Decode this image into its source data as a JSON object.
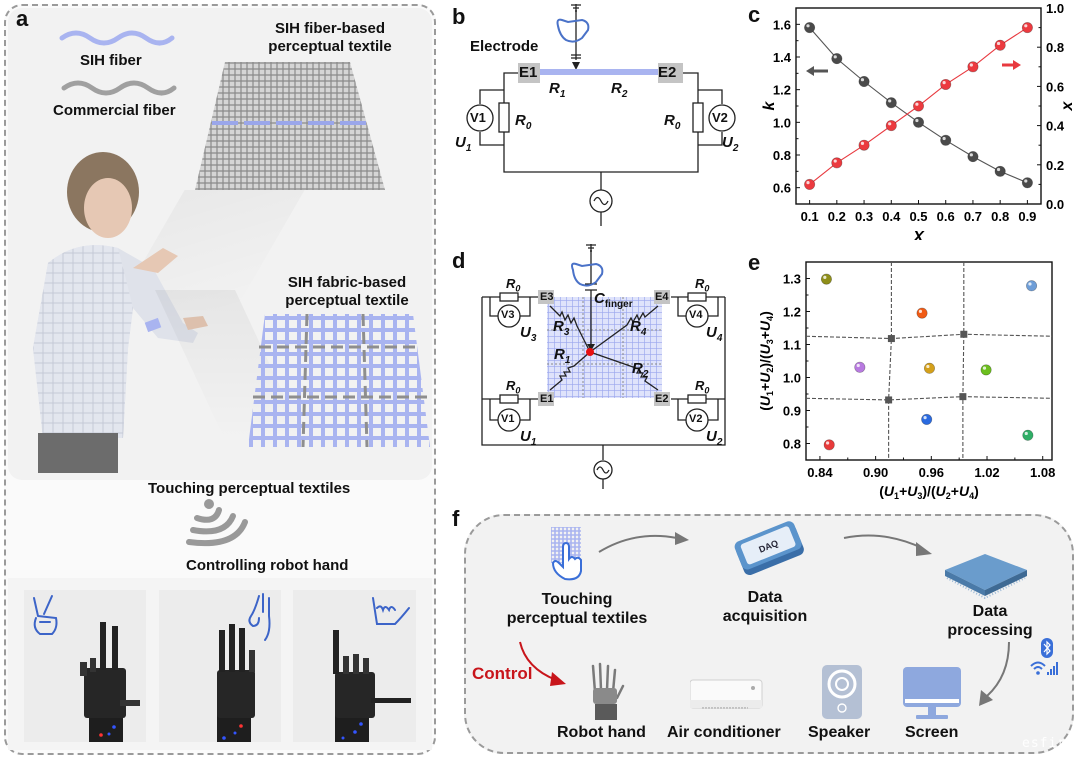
{
  "panels": {
    "a": {
      "letter": "a",
      "legend": {
        "sih_fiber": "SIH fiber",
        "commercial_fiber": "Commercial fiber"
      },
      "fiber_textile_title": [
        "SIH fiber-based",
        "perceptual textile"
      ],
      "fabric_textile_title": [
        "SIH fabric-based",
        "perceptual textile"
      ],
      "touching_caption": "Touching perceptual textiles",
      "controlling_caption": "Controlling robot hand",
      "gestures": [
        "victory-gesture",
        "ok-gesture",
        "call-me-gesture"
      ],
      "colors": {
        "sih": "#a9b4f0",
        "commercial": "#a0a0a0",
        "gesture": "#3c64c8"
      }
    },
    "b": {
      "letter": "b",
      "electrode_label": "Electrode",
      "electrodes": [
        "E1",
        "E2"
      ],
      "resistors": {
        "r1": "R",
        "r1_sub": "1",
        "r2": "R",
        "r2_sub": "2",
        "r0": "R",
        "r0_sub": "0"
      },
      "voltmeters": [
        "V1",
        "V2"
      ],
      "voltages": [
        {
          "main": "U",
          "sub": "1"
        },
        {
          "main": "U",
          "sub": "2"
        }
      ]
    },
    "c": {
      "letter": "c",
      "legend_arrows": {
        "left": "k-axis-arrow",
        "right": "x-axis-arrow"
      }
    },
    "d": {
      "letter": "d",
      "electrodes": [
        "E1",
        "E2",
        "E3",
        "E4"
      ],
      "cap_label": "C",
      "cap_sub": "finger",
      "resistors": [
        {
          "main": "R",
          "sub": "1"
        },
        {
          "main": "R",
          "sub": "2"
        },
        {
          "main": "R",
          "sub": "3"
        },
        {
          "main": "R",
          "sub": "4"
        },
        {
          "main": "R",
          "sub": "0"
        }
      ],
      "voltmeters": [
        "V1",
        "V2",
        "V3",
        "V4"
      ],
      "voltages": [
        {
          "main": "U",
          "sub": "1"
        },
        {
          "main": "U",
          "sub": "2"
        },
        {
          "main": "U",
          "sub": "3"
        },
        {
          "main": "U",
          "sub": "4"
        }
      ]
    },
    "e": {
      "letter": "e"
    },
    "f": {
      "letter": "f",
      "steps": [
        {
          "label": [
            "Touching",
            "perceptual textiles"
          ]
        },
        {
          "label": [
            "Data",
            "acquisition"
          ],
          "chip_text": "DAQ"
        },
        {
          "label": [
            "Data",
            "processing"
          ]
        }
      ],
      "control_label": "Control",
      "devices": [
        "Robot hand",
        "Air conditioner",
        "Speaker",
        "Screen"
      ],
      "colors": {
        "control": "#c8151b",
        "device_blue": "#8ea8de",
        "speaker": "#b4c0d4",
        "wireless": "#3a6fd8"
      }
    }
  },
  "watermark": "esfirm",
  "chart_data": [
    {
      "id": "c",
      "type": "line",
      "title": "",
      "xlabel": "X",
      "ylabel": "k",
      "ylabel_right": "x",
      "x": [
        0.1,
        0.2,
        0.3,
        0.4,
        0.5,
        0.6,
        0.7,
        0.8,
        0.9
      ],
      "xlim": [
        0.05,
        0.95
      ],
      "ylim": [
        0.5,
        1.7
      ],
      "ylim_right": [
        0.0,
        1.0
      ],
      "xticks": [
        "0.1",
        "0.2",
        "0.3",
        "0.4",
        "0.5",
        "0.6",
        "0.7",
        "0.8",
        "0.9"
      ],
      "yticks": [
        "0.6",
        "0.8",
        "1.0",
        "1.2",
        "1.4",
        "1.6"
      ],
      "yticks_right": [
        "0.0",
        "0.2",
        "0.4",
        "0.6",
        "0.8",
        "1.0"
      ],
      "grid": false,
      "series": [
        {
          "name": "k",
          "axis": "left",
          "color": "#555555",
          "values": [
            1.58,
            1.39,
            1.25,
            1.12,
            1.0,
            0.89,
            0.79,
            0.7,
            0.63
          ]
        },
        {
          "name": "x",
          "axis": "right",
          "color": "#e8393f",
          "values": [
            0.1,
            0.21,
            0.3,
            0.4,
            0.5,
            0.61,
            0.7,
            0.81,
            0.9
          ]
        }
      ]
    },
    {
      "id": "e",
      "type": "scatter",
      "title": "",
      "xlabel": "(U1+U3)/(U2+U4)",
      "ylabel": "(U1+U2)/(U3+U4)",
      "xlim": [
        0.825,
        1.09
      ],
      "ylim": [
        0.75,
        1.35
      ],
      "xticks": [
        "0.84",
        "0.90",
        "0.96",
        "1.02",
        "1.08"
      ],
      "yticks": [
        "0.8",
        "0.9",
        "1.0",
        "1.1",
        "1.2",
        "1.3"
      ],
      "grid": false,
      "points": [
        {
          "x": 0.847,
          "y": 1.298,
          "color": "#8f8f1a"
        },
        {
          "x": 0.95,
          "y": 1.195,
          "color": "#f05a14"
        },
        {
          "x": 1.068,
          "y": 1.278,
          "color": "#6e9ed8"
        },
        {
          "x": 0.883,
          "y": 1.031,
          "color": "#b87ae0"
        },
        {
          "x": 0.958,
          "y": 1.028,
          "color": "#d4a01a"
        },
        {
          "x": 1.019,
          "y": 1.023,
          "color": "#6cbf1e"
        },
        {
          "x": 0.85,
          "y": 0.796,
          "color": "#e83a3a"
        },
        {
          "x": 0.955,
          "y": 0.873,
          "color": "#2a6ae0"
        },
        {
          "x": 1.064,
          "y": 0.825,
          "color": "#2fae66"
        }
      ],
      "boundary_markers": [
        {
          "x": 0.917,
          "y": 1.118
        },
        {
          "x": 0.995,
          "y": 1.131
        },
        {
          "x": 0.914,
          "y": 0.932
        },
        {
          "x": 0.994,
          "y": 0.942
        }
      ],
      "dashed_lines": {
        "vertical": [
          0.915,
          0.994
        ],
        "horizontal": [
          1.125,
          0.937
        ]
      }
    }
  ]
}
